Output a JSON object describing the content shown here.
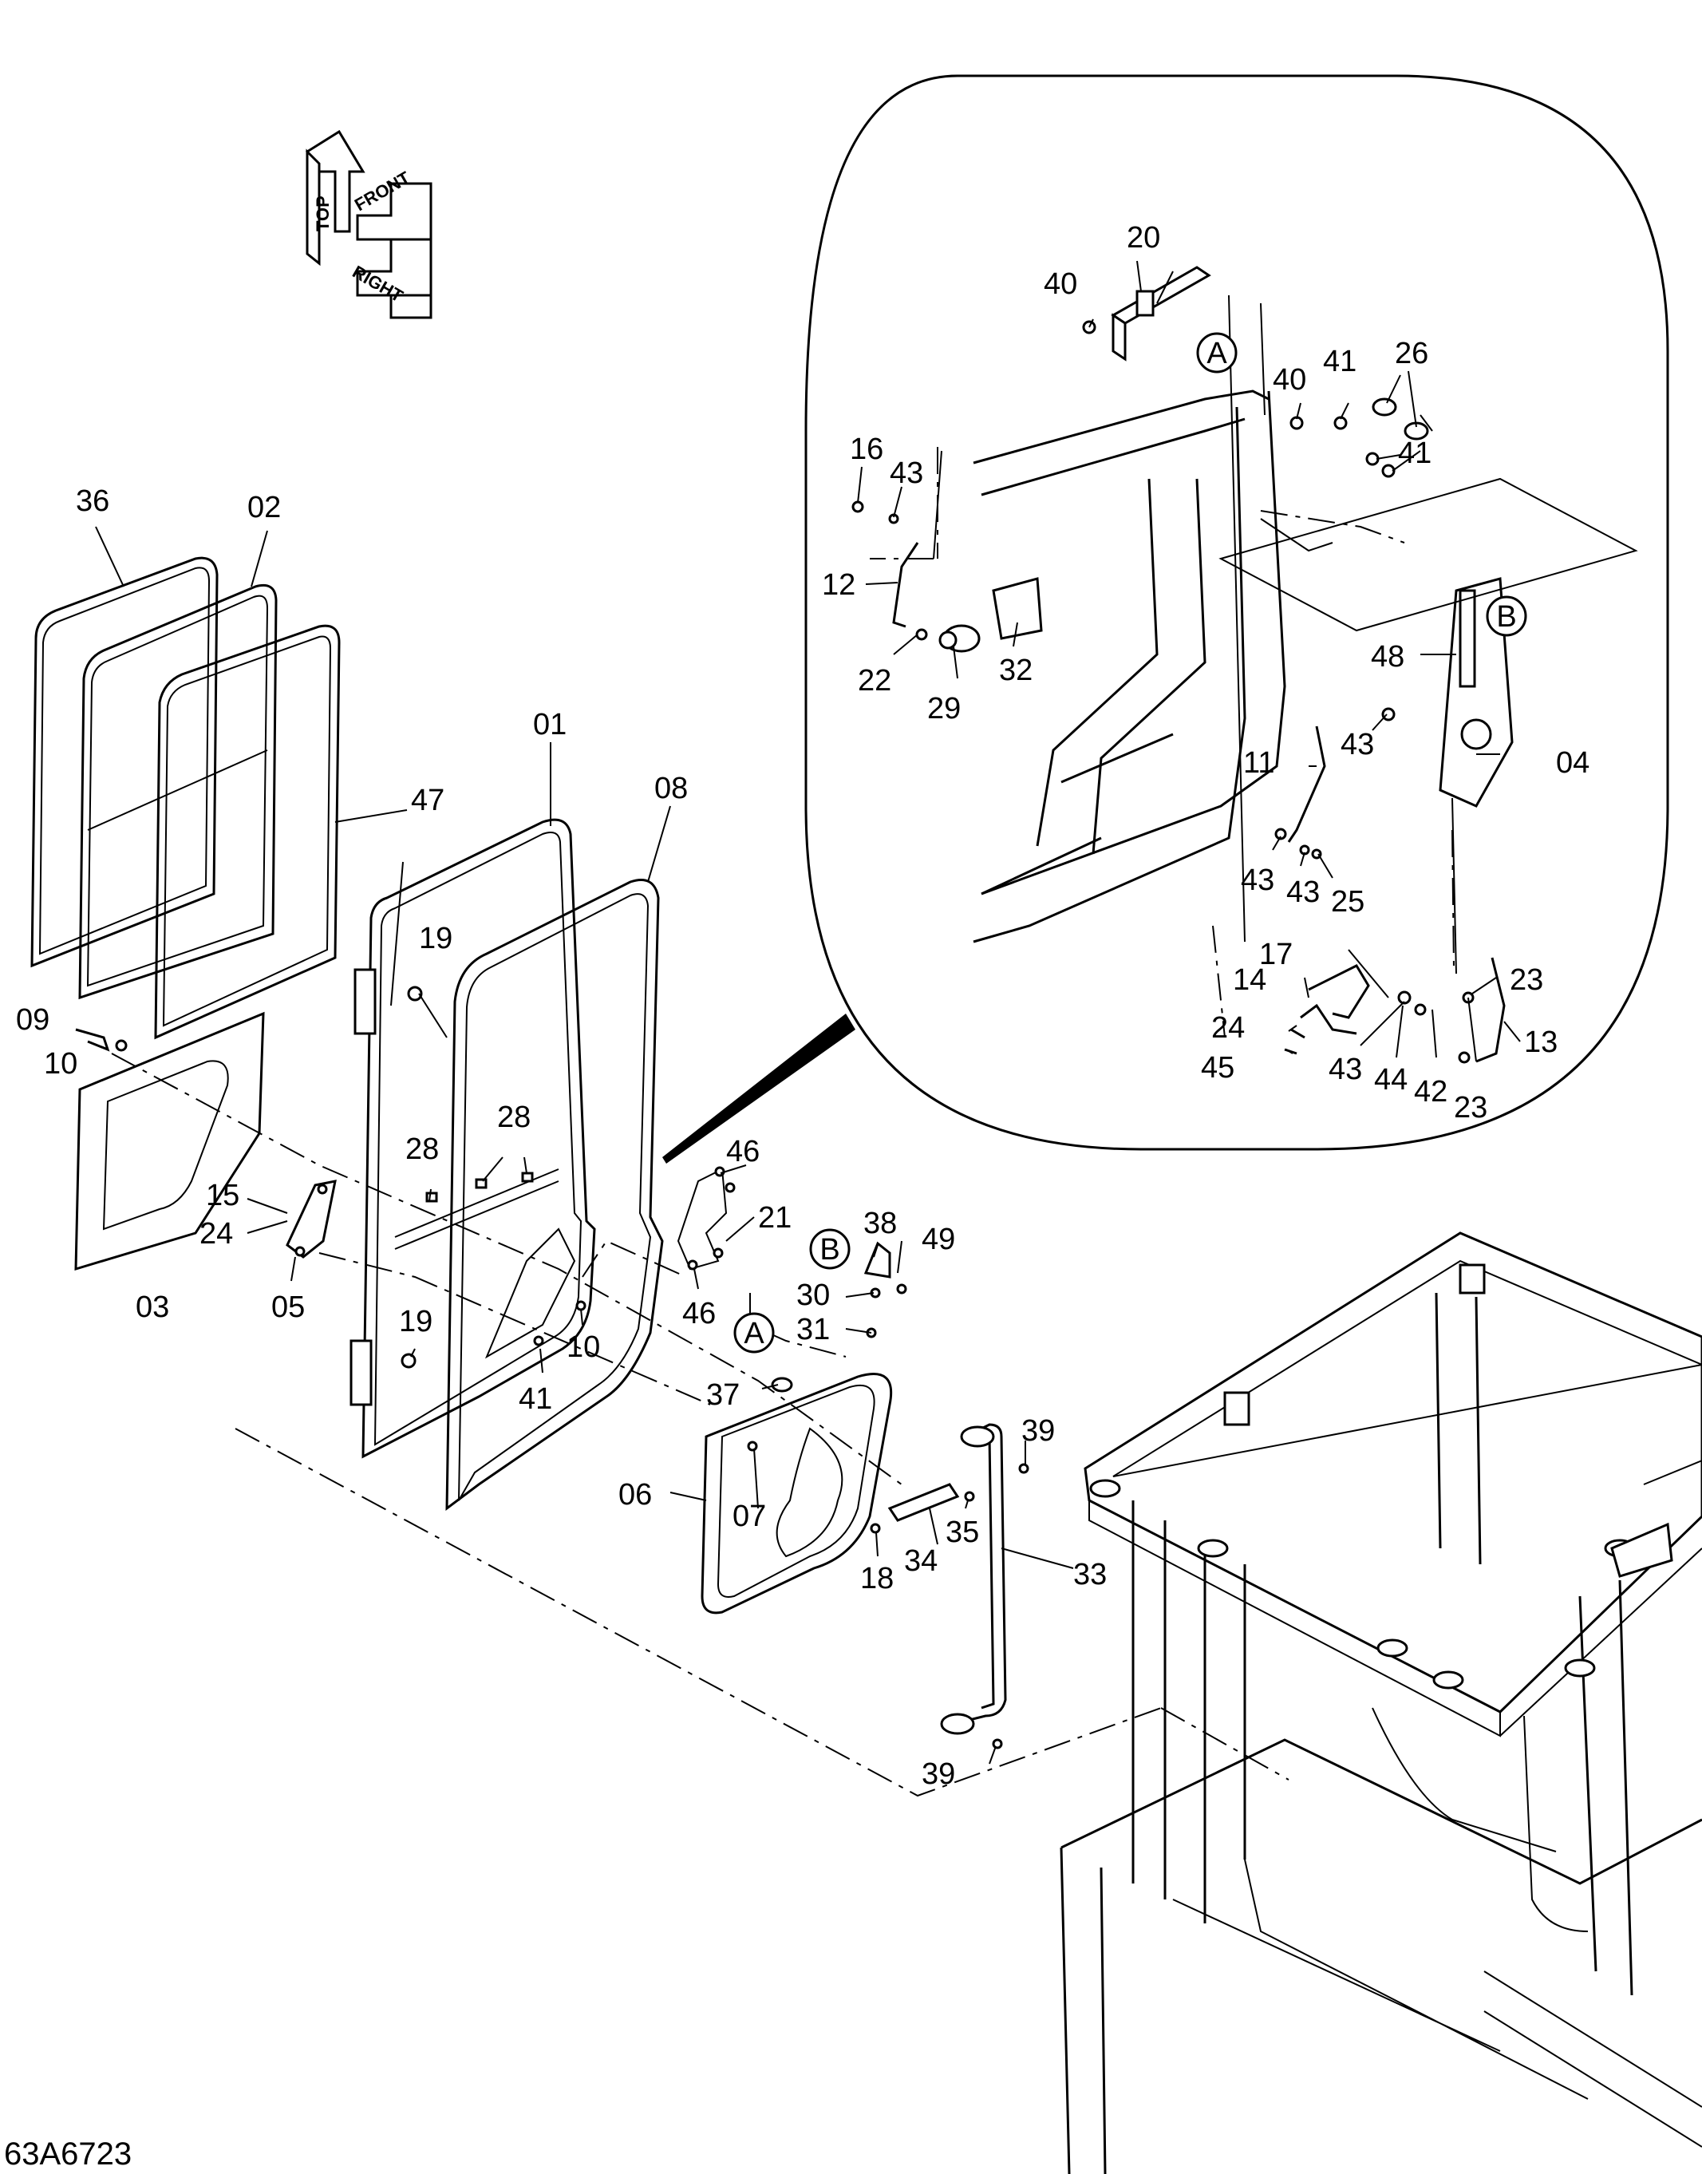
{
  "drawing_code": "63A6723",
  "orientation_icon": {
    "labels": [
      "TOP",
      "FRONT",
      "RIGHT"
    ]
  },
  "detail_refs": [
    "A",
    "B"
  ],
  "part_labels": {
    "p36": "36",
    "p02": "02",
    "p47": "47",
    "p01": "01",
    "p08": "08",
    "p09": "09",
    "p10a": "10",
    "p03": "03",
    "p15": "15",
    "p24a": "24",
    "p05": "05",
    "p19a": "19",
    "p19b": "19",
    "p28a": "28",
    "p28b": "28",
    "p10b": "10",
    "p41a": "41",
    "p46a": "46",
    "p21": "21",
    "p46b": "46",
    "p38": "38",
    "p49": "49",
    "p30": "30",
    "p31": "31",
    "p37": "37",
    "p06": "06",
    "p07": "07",
    "p34": "34",
    "p35": "35",
    "p18": "18",
    "p39a": "39",
    "p33": "33",
    "p39b": "39",
    "p20": "20",
    "p40a": "40",
    "p40b": "40",
    "p41b": "41",
    "p26": "26",
    "p41c": "41",
    "p16": "16",
    "p43a": "43",
    "p12": "12",
    "p22": "22",
    "p29": "29",
    "p32": "32",
    "p48": "48",
    "p43b": "43",
    "p04": "04",
    "p11": "11",
    "p43c": "43",
    "p43d": "43",
    "p25": "25",
    "p17": "17",
    "p23a": "23",
    "p14": "14",
    "p24b": "24",
    "p45": "45",
    "p43e": "43",
    "p44": "44",
    "p42": "42",
    "p23b": "23",
    "p13": "13"
  }
}
